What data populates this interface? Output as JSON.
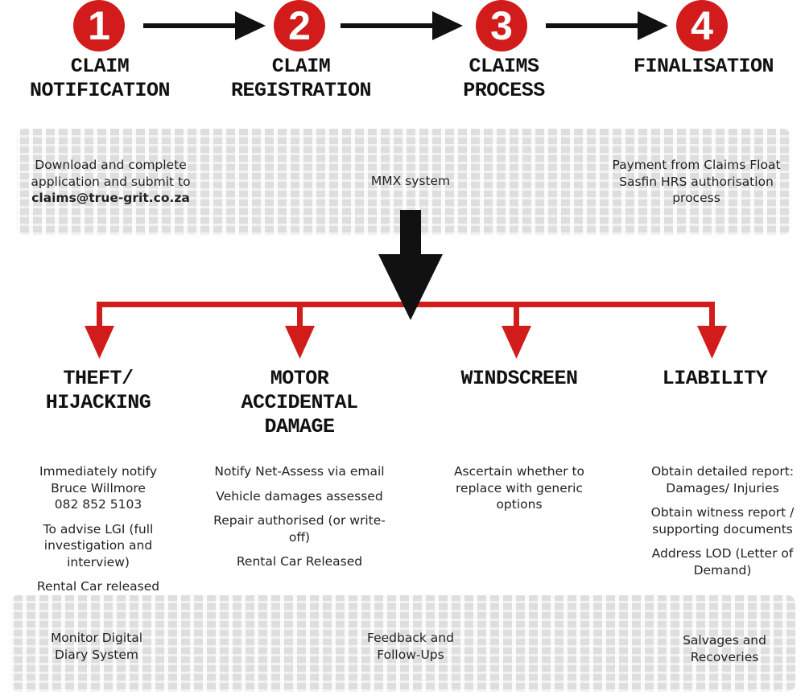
{
  "steps": [
    {
      "number": "1",
      "title": [
        "CLAIM",
        "NOTIFICATION"
      ]
    },
    {
      "number": "2",
      "title": [
        "CLAIM",
        "REGISTRATION"
      ]
    },
    {
      "number": "3",
      "title": [
        "CLAIMS",
        "PROCESS"
      ]
    },
    {
      "number": "4",
      "title": [
        "FINALISATION"
      ]
    }
  ],
  "top_band": {
    "notification_lines": [
      "Download and complete",
      "application and submit to"
    ],
    "notification_email": "claims@true-grit.co.za",
    "registration_text": "MMX system",
    "finalisation_lines": [
      "Payment from Claims Float",
      "Sasfin HRS authorisation",
      "process"
    ]
  },
  "categories": [
    {
      "title": [
        "THEFT/",
        "HIJACKING"
      ],
      "items": [
        [
          "Immediately notify",
          "Bruce Willmore",
          "082 852 5103"
        ],
        [
          "To advise LGI (full",
          "investigation and",
          "interview)"
        ],
        [
          "Rental Car released"
        ]
      ]
    },
    {
      "title": [
        "MOTOR",
        "ACCIDENTAL",
        "DAMAGE"
      ],
      "items": [
        [
          "Notify Net-Assess via email"
        ],
        [
          "Vehicle damages assessed"
        ],
        [
          "Repair authorised (or write-",
          "off)"
        ],
        [
          "Rental Car Released"
        ]
      ]
    },
    {
      "title": [
        "WINDSCREEN"
      ],
      "items": [
        [
          "Ascertain whether to",
          "replace with generic",
          "options"
        ]
      ]
    },
    {
      "title": [
        "LIABILITY"
      ],
      "items": [
        [
          "Obtain detailed report:",
          "Damages/ Injuries"
        ],
        [
          "Obtain witness report /",
          "supporting documents"
        ],
        [
          "Address LOD (Letter of",
          "Demand)"
        ]
      ]
    }
  ],
  "bottom_band": {
    "left": [
      "Monitor Digital",
      "Diary System"
    ],
    "center": [
      "Feedback and",
      "Follow-Ups"
    ],
    "right": [
      "Salvages and",
      "Recoveries"
    ]
  },
  "colors": {
    "accent_red": "#d21c1c",
    "arrow_black": "#111111",
    "tread_gray": "#dedede"
  }
}
